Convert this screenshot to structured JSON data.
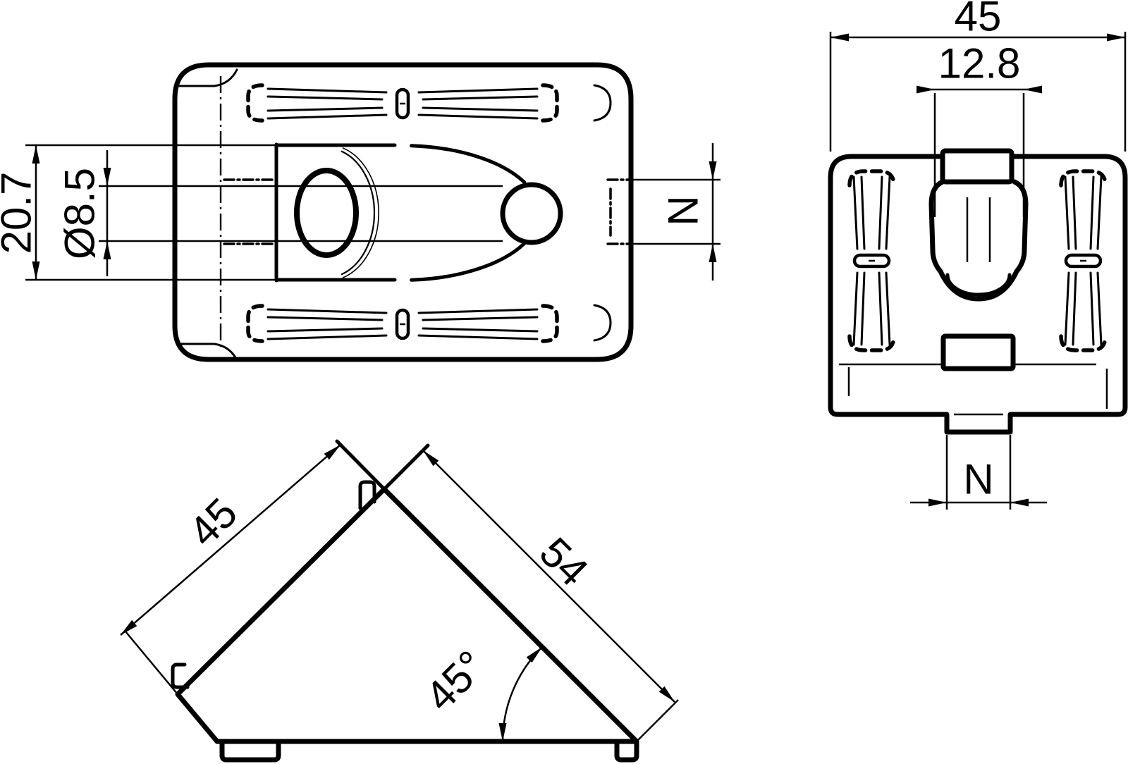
{
  "colors": {
    "background": "#ffffff",
    "ink": "#000000"
  },
  "views": {
    "plan": {
      "dims": {
        "depth": "20.7",
        "bore": "Ø8.5",
        "groove": "N"
      }
    },
    "front": {
      "dims": {
        "width": "45",
        "boss": "12.8",
        "tab": "N"
      }
    },
    "side": {
      "dims": {
        "leg": "45",
        "hypotenuse": "54",
        "angle": "45°"
      }
    }
  }
}
